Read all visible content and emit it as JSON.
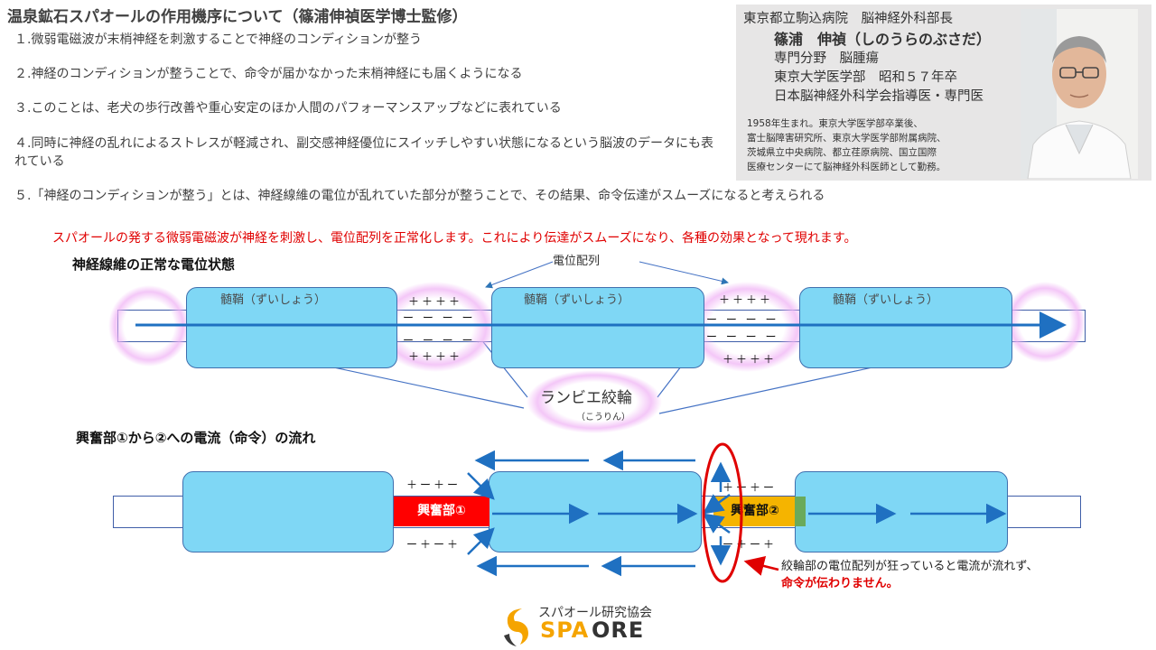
{
  "header": {
    "title": "温泉鉱石スパオールの作用機序について（篠浦伸禎医学博士監修）"
  },
  "points": [
    "１.微弱電磁波が末梢神経を刺激することで神経のコンディションが整う",
    "２.神経のコンディションが整うことで、命令が届かなかった末梢神経にも届くようになる",
    "３.このことは、老犬の歩行改善や重心安定のほか人間のパフォーマンスアップなどに表れている",
    "４.同時に神経の乱れによるストレスが軽減され、副交感神経優位にスイッチしやすい状態になるという脳波のデータにも表れている",
    "５.「神経のコンディションが整う」とは、神経線維の電位が乱れていた部分が整うことで、その結果、命令伝達がスムーズになると考えられる"
  ],
  "profile": {
    "affiliation": "東京都立駒込病院　脳神経外科部長",
    "name": "篠浦　伸禎（しのうらのぶさだ）",
    "specialty": "専門分野　脳腫瘍",
    "education": "東京大学医学部　昭和５７年卒",
    "certification": "日本脳神経外科学会指導医・専門医",
    "bio": [
      "1958年生まれ。東京大学医学部卒業後、",
      "富士脳障害研究所、東京大学医学部附属病院、",
      "茨城県立中央病院、都立荏原病院、国立国際",
      "医療センターにて脳神経外科医師として勤務。"
    ]
  },
  "lead": "スパオールの発する微弱電磁波が神経を刺激し、電位配列を正常化します。これにより伝達がスムーズになり、各種の効果となって現れます。",
  "diagram1": {
    "heading": "神経線維の正常な電位状態",
    "callout_top": "電位配列",
    "myelin_label": "髄鞘（ずいしょう）",
    "plus4": "＋＋＋＋",
    "minus4": "ー ー ー ー",
    "node_label": "ランビエ絞輪",
    "node_reading": "（こうりん）"
  },
  "diagram2": {
    "heading": "興奮部①から②への電流（命令）の流れ",
    "excite1": "興奮部①",
    "excite2": "興奮部②",
    "sign_a": "＋ー＋ー",
    "sign_b": "ー＋ー＋",
    "note_line1": "絞輪部の電位配列が狂っていると電流が流れず、",
    "note_line2": "命令が伝わりません。"
  },
  "logo": {
    "association": "スパオール研究協会",
    "brand_a": "SPA",
    "brand_b": "ORE"
  }
}
